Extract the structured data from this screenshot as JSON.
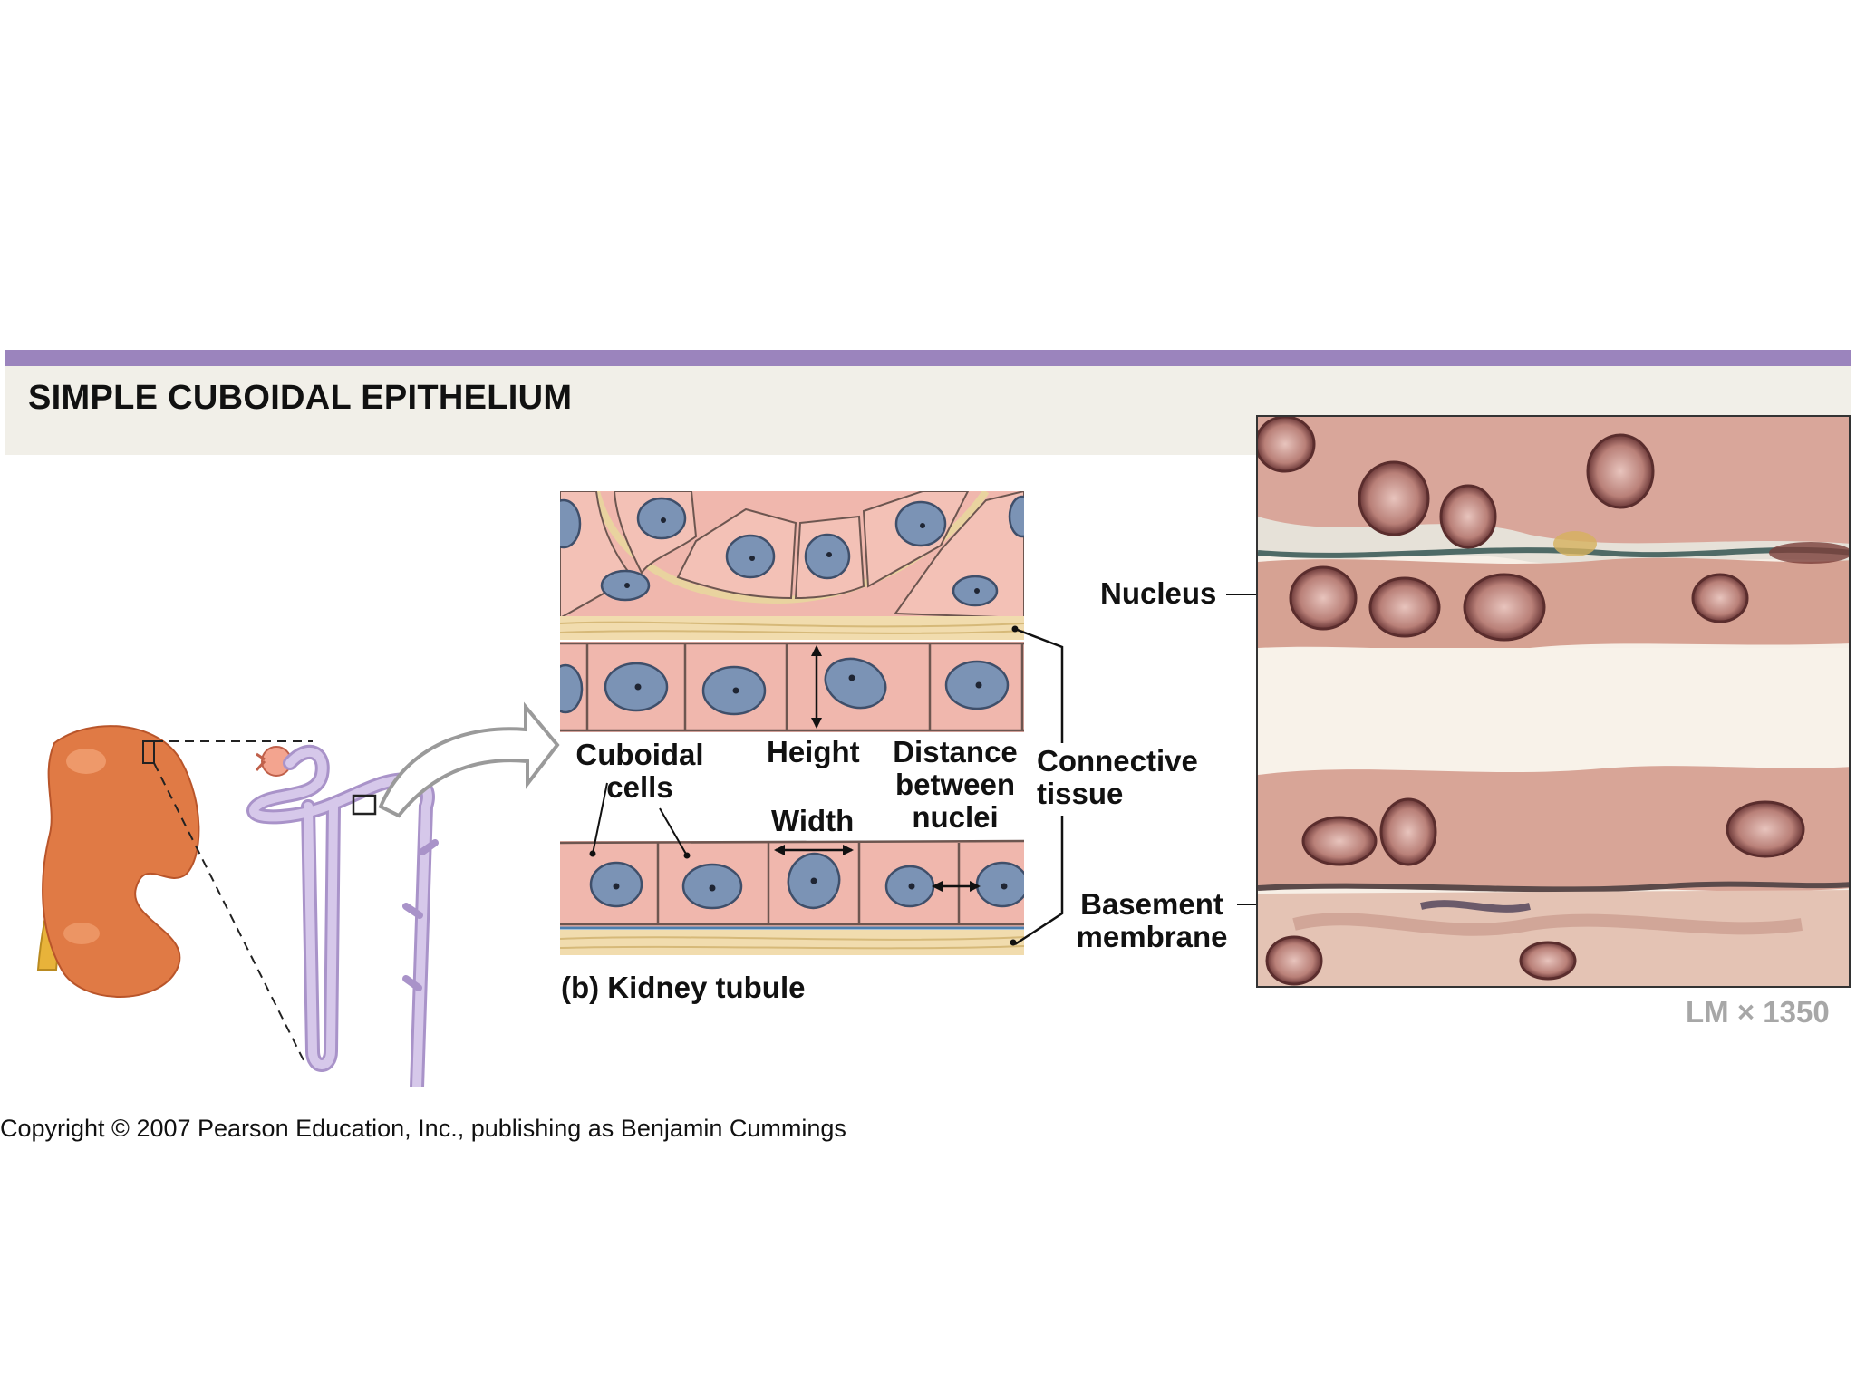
{
  "title": "SIMPLE CUBOIDAL EPITHELIUM",
  "labels": {
    "cuboidal_cells": "Cuboidal\ncells",
    "height": "Height",
    "distance_between_nuclei": "Distance\nbetween\nnuclei",
    "width": "Width",
    "connective_tissue": "Connective\ntissue",
    "nucleus": "Nucleus",
    "basement_membrane": "Basement\nmembrane"
  },
  "caption": "(b) Kidney tubule",
  "magnification": "LM × 1350",
  "copyright": "Copyright © 2007 Pearson Education, Inc., publishing as Benjamin Cummings",
  "colors": {
    "title_stripe": "#9b84bd",
    "title_background": "#f1efe8",
    "kidney": "#e07a45",
    "nephron": "#c8b6dd",
    "cell_fill": "#f0b7ad",
    "nucleus_fill": "#7b93b5",
    "connective_tissue": "#f1dcae"
  }
}
